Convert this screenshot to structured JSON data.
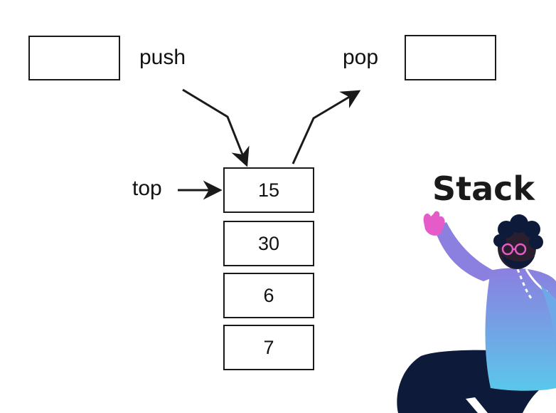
{
  "labels": {
    "push": "push",
    "pop": "pop",
    "top": "top"
  },
  "title": "Stack",
  "stack": [
    {
      "value": "15"
    },
    {
      "value": "30"
    },
    {
      "value": "6"
    },
    {
      "value": "7"
    }
  ],
  "colors": {
    "line": "#1a1a1a",
    "sweater_top": "#8b7fe0",
    "sweater_bottom": "#5bc7ea",
    "pants": "#0d1a3a",
    "hair": "#0d1a3a",
    "glove": "#e55bc8",
    "skin": "#2a1f2f"
  },
  "icons": [
    "person-waving-illustration"
  ]
}
